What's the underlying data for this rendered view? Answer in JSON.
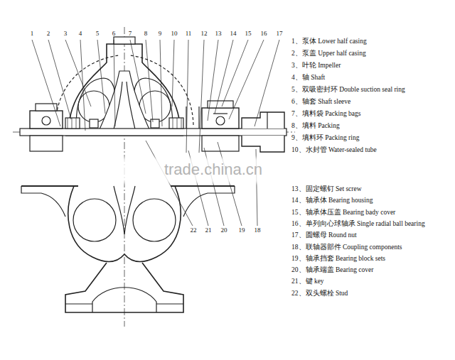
{
  "diagram": {
    "labels": [
      "1",
      "2",
      "3",
      "4",
      "5",
      "6",
      "7",
      "8",
      "9",
      "10",
      "11",
      "12",
      "13",
      "14",
      "15",
      "16",
      "17",
      "1、泵体 Lower half casing",
      "2、泵盖 Upper half casing",
      "3、叶轮 Impeller",
      "4、轴 Shaft",
      "5、双吸密封环 Double suction seal ring",
      "6、轴套 Shaft sleeve",
      "7、填料袋 Packing bags",
      "8、填料 Packing",
      "9、填料环 Packing ring",
      "10、水封管 Water-sealed tube",
      "trade.china.cn",
      "13、固定螺钉 Set screw",
      "14、轴承体 Bearing housing",
      "15、轴承体压盖 Bearing bady cover",
      "16、单列向心球轴承 Single radial ball bearing",
      "17、圆螺母 Round nut",
      "18、联轴器部件 Coupling components",
      "19、轴承挡套 Bearing block sets",
      "20、轴承端盖 Bearing cover",
      "21、键 key",
      "22、双头螺栓 Stud",
      "22",
      "21",
      "20",
      "19",
      "18"
    ]
  }
}
